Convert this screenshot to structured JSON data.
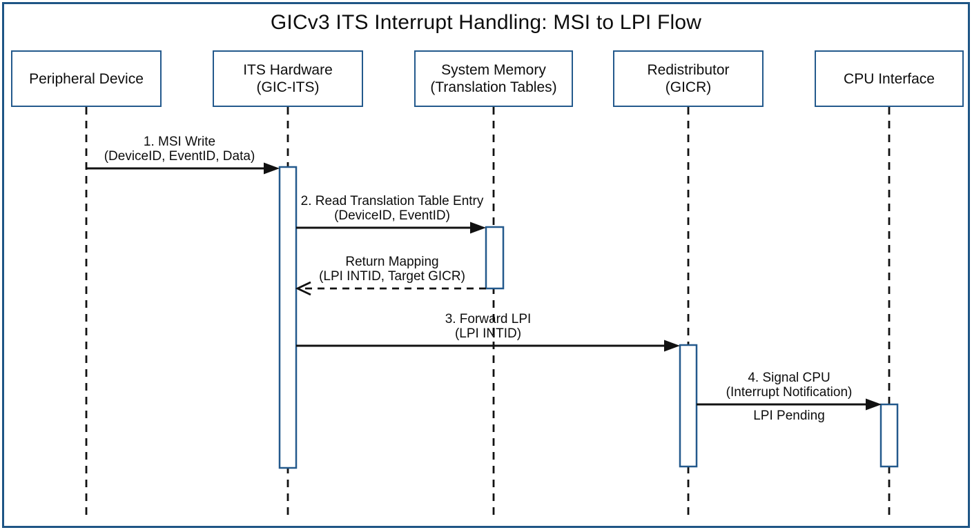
{
  "title": "GICv3 ITS Interrupt Handling: MSI to LPI Flow",
  "actors": [
    {
      "id": "peripheral-device",
      "line1": "Peripheral Device",
      "line2": ""
    },
    {
      "id": "its-hardware",
      "line1": "ITS Hardware",
      "line2": "(GIC-ITS)"
    },
    {
      "id": "system-memory",
      "line1": "System Memory",
      "line2": "(Translation Tables)"
    },
    {
      "id": "redistributor",
      "line1": "Redistributor",
      "line2": "(GICR)"
    },
    {
      "id": "cpu-interface",
      "line1": "CPU Interface",
      "line2": ""
    }
  ],
  "messages": [
    {
      "line1": "1. MSI Write",
      "line2": "(DeviceID, EventID, Data)",
      "from": "Peripheral Device",
      "to": "ITS Hardware",
      "arrow": "solid"
    },
    {
      "line1": "2. Read Translation Table Entry",
      "line2": "(DeviceID, EventID)",
      "from": "ITS Hardware",
      "to": "System Memory",
      "arrow": "solid"
    },
    {
      "line1": "Return Mapping",
      "line2": "(LPI INTID, Target GICR)",
      "from": "System Memory",
      "to": "ITS Hardware",
      "arrow": "dashed-return"
    },
    {
      "line1": "3. Forward LPI",
      "line2": "(LPI INTID)",
      "from": "ITS Hardware",
      "to": "Redistributor",
      "arrow": "solid"
    },
    {
      "line1": "4. Signal CPU",
      "line2": "(Interrupt Notification)",
      "from": "Redistributor",
      "to": "CPU Interface",
      "arrow": "solid"
    }
  ],
  "annotations": [
    {
      "text": "LPI Pending"
    }
  ],
  "colors": {
    "frame_blue": "#1e5585",
    "activation_border_blue": "#23598c",
    "line_black": "#111111",
    "background": "#ffffff"
  }
}
